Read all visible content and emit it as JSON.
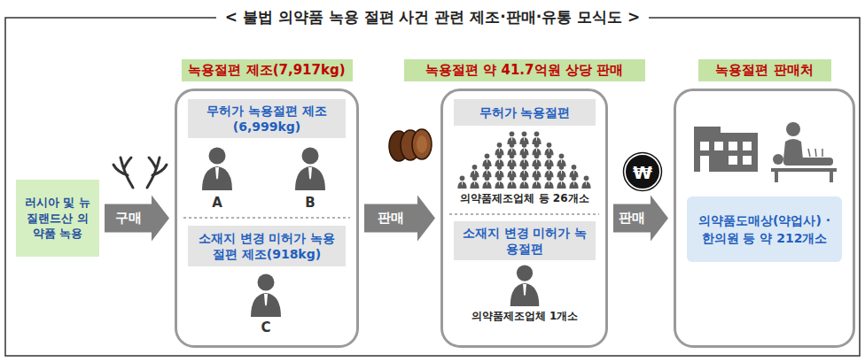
{
  "diagram": {
    "title": "< 불법 의약품 녹용 절편 사건 관련 제조·판매·유통 모식도 >",
    "nodes": [
      {
        "text": [
          "러시아 및 뉴질랜드산 의약품 녹용"
        ]
      },
      {
        "text": [
          "녹용절편 제조(7,917kg)"
        ]
      },
      {
        "text": [
          "무허가 녹용절편 제조 (6,999kg)"
        ],
        "in": 1
      },
      {
        "text": [
          "소재지 변경 미허가 녹용절편 제조(918kg)"
        ],
        "in": 1
      },
      {
        "text": [
          "녹용절편 약 41.7억원 상당 판매"
        ]
      },
      {
        "text": [
          "무허가 녹용절편"
        ],
        "in": 4
      },
      {
        "text": [
          "소재지 변경 미허가 녹용절편"
        ],
        "in": 4
      },
      {
        "text": [
          "녹용절편 판매처"
        ]
      },
      {
        "text": [
          "의약품도매상(약업사) · 한의원 등 약 212개소"
        ],
        "in": 7
      }
    ],
    "edges": [
      {
        "from": 0,
        "to": 1,
        "label": "구매",
        "arrow": "to"
      },
      {
        "from": 1,
        "to": 4,
        "label": "판매",
        "arrow": "to"
      },
      {
        "from": 4,
        "to": 7,
        "label": "판매",
        "arrow": "to"
      }
    ],
    "labels": [
      "A",
      "B",
      "C",
      "의약품제조업체 등 26개소",
      "의약품제조업체 1개소",
      "₩"
    ]
  }
}
